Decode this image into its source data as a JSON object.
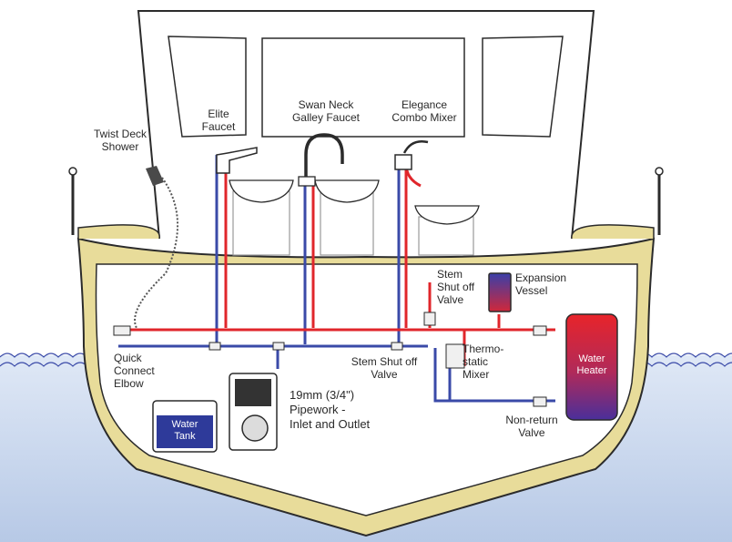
{
  "labels": {
    "twist_deck_shower": [
      "Twist Deck",
      "Shower"
    ],
    "elite_faucet": [
      "Elite",
      "Faucet"
    ],
    "swan_neck_galley_faucet": [
      "Swan Neck",
      "Galley Faucet"
    ],
    "elegance_combo_mixer": [
      "Elegance",
      "Combo Mixer"
    ],
    "stem_shut_off_valve_top": [
      "Stem",
      "Shut off",
      "Valve"
    ],
    "expansion_vessel": [
      "Expansion",
      "Vessel"
    ],
    "quick_connect_elbow": [
      "Quick",
      "Connect",
      "Elbow"
    ],
    "stem_shut_off_valve_bottom": [
      "Stem Shut off",
      "Valve"
    ],
    "thermostatic_mixer": [
      "Thermo-",
      "static",
      "Mixer"
    ],
    "water_heater": [
      "Water",
      "Heater"
    ],
    "pipework": [
      "19mm (3/4\")",
      "Pipework -",
      "Inlet and Outlet"
    ],
    "water_tank": [
      "Water",
      "Tank"
    ],
    "non_return_valve": [
      "Non-return",
      "Valve"
    ]
  },
  "colors": {
    "hot_pipe": "#e0262b",
    "cold_pipe": "#3a4aa8",
    "hull_outline": "#2b2b2b",
    "hull_band": "#e8dc9a",
    "water": "#c9d8ee",
    "tank": "#2e3a9a",
    "heater_top": "#e8242a",
    "heater_bottom": "#4a2f9a"
  }
}
